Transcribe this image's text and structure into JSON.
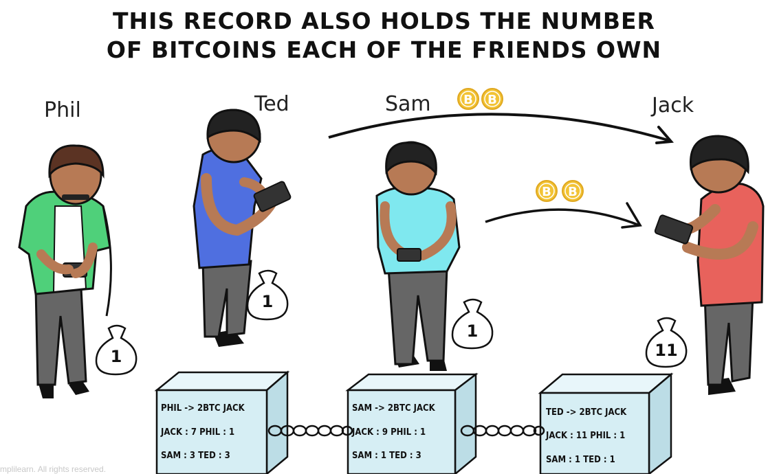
{
  "title": {
    "line1": "THIS RECORD ALSO HOLDS THE NUMBER",
    "line2": "OF BITCOINS EACH OF THE FRIENDS OWN"
  },
  "people": [
    {
      "name": "Phil",
      "shirt_color": "#4fd07a",
      "bag_count": "1"
    },
    {
      "name": "Ted",
      "shirt_color": "#4f6fe0",
      "bag_count": "1"
    },
    {
      "name": "Sam",
      "shirt_color": "#7fe8ef",
      "bag_count": "1"
    },
    {
      "name": "Jack",
      "shirt_color": "#e8625c",
      "bag_count": "11"
    }
  ],
  "coin_symbol": "B",
  "coin_color": "#f2c335",
  "blocks": [
    {
      "line1": "PHIL -> 2BTC JACK",
      "line2": "JACK : 7   PHIL : 1",
      "line3": "SAM : 3   TED : 3"
    },
    {
      "line1": "SAM -> 2BTC JACK",
      "line2": "JACK : 9   PHIL : 1",
      "line3": "SAM : 1   TED : 3"
    },
    {
      "line1": "TED -> 2BTC JACK",
      "line2": "JACK : 11   PHIL : 1",
      "line3": "SAM : 1   TED : 1"
    }
  ],
  "block_color": "#d6eef4",
  "copyright": "mplilearn. All rights reserved."
}
